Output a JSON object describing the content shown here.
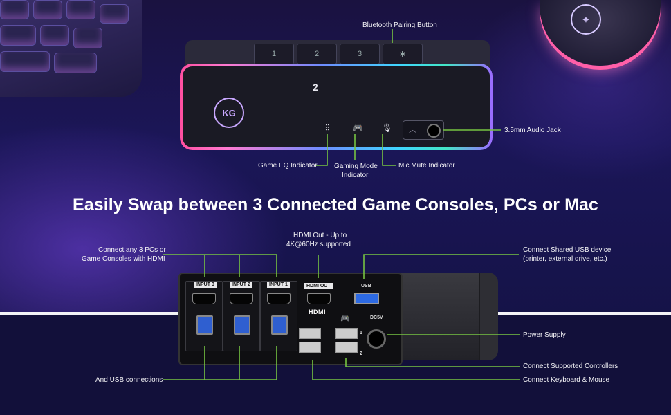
{
  "accent": "#76c442",
  "top_device": {
    "buttons": [
      "1",
      "2",
      "3",
      "✱"
    ],
    "channel_display": "2",
    "logo": "KG"
  },
  "callouts_top": {
    "bluetooth": "Bluetooth Pairing Button",
    "audio_jack": "3.5mm Audio Jack",
    "game_eq": "Game EQ Indicator",
    "gaming_mode_1": "Gaming Mode",
    "gaming_mode_2": "Indicator",
    "mic_mute": "Mic Mute Indicator"
  },
  "headline": "Easily Swap between 3 Connected Game Consoles, PCs or Mac",
  "callouts_bottom": {
    "connect_pcs_1": "Connect any 3 PCs or",
    "connect_pcs_2": "Game Consoles with HDMI",
    "hdmi_out_1": "HDMI Out - Up to",
    "hdmi_out_2": "4K@60Hz supported",
    "usb_shared_1": "Connect Shared USB device",
    "usb_shared_2": "(printer, external drive, etc.)",
    "power": "Power Supply",
    "controllers": "Connect Supported Controllers",
    "keyboard_mouse": "Connect Keyboard & Mouse",
    "usb_connections": "And USB connections"
  },
  "kvm_panel": {
    "input3": "INPUT 3",
    "input2": "INPUT 2",
    "input1": "INPUT 1",
    "hdmi_out": "HDMI OUT",
    "usb": "USB",
    "hdmi_logo": "HDMI",
    "dc": "DC5V",
    "port1": "1",
    "port2": "2"
  }
}
